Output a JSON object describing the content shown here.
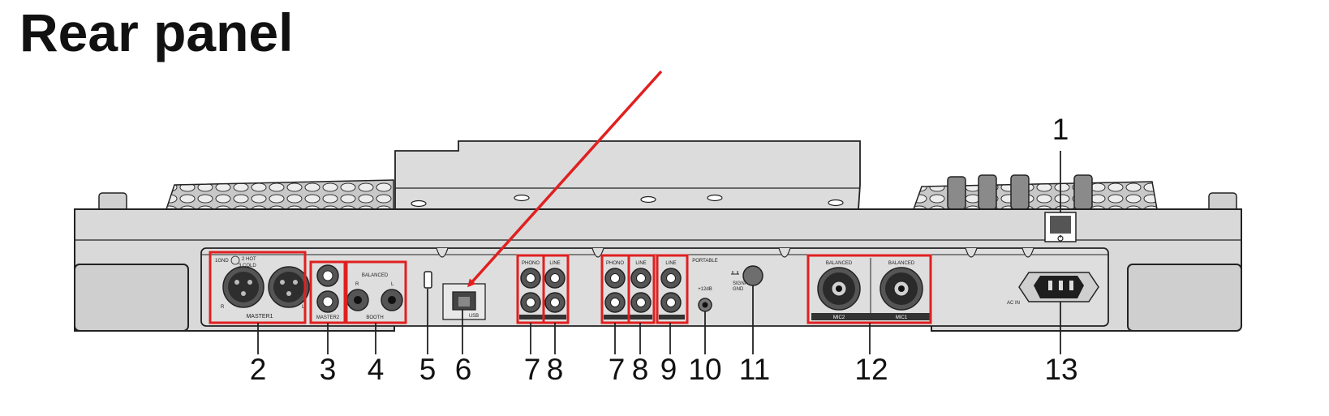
{
  "page": {
    "title": "Rear panel"
  },
  "panel_labels": {
    "xlr_legend_gnd": "1GND",
    "xlr_legend_hot": "2 HOT",
    "xlr_legend_cold": "3 COLD",
    "master1_r": "R",
    "master1_l": "L",
    "master1": "MASTER1",
    "master2": "MASTER2",
    "booth_balanced": "BALANCED",
    "booth_r": "R",
    "booth_l": "L",
    "booth": "BOOTH",
    "usb": "USB",
    "phono_1": "PHONO",
    "line_1": "LINE",
    "phono_2": "PHONO",
    "line_2": "LINE",
    "line_3": "LINE",
    "portable": "PORTABLE",
    "portable_gain": "+12dB",
    "signal_gnd_1": "SIGNAL",
    "signal_gnd_2": "GND",
    "mic2_balanced": "BALANCED",
    "mic1_balanced": "BALANCED",
    "mic2": "MIC2",
    "mic1": "MIC1",
    "ac_in": "AC IN"
  },
  "callouts": {
    "c1": "1",
    "c2": "2",
    "c3": "3",
    "c4": "4",
    "c5": "5",
    "c6": "6",
    "c7a": "7",
    "c8a": "8",
    "c7b": "7",
    "c8b": "8",
    "c9": "9",
    "c10": "10",
    "c11": "11",
    "c12": "12",
    "c13": "13"
  },
  "colors": {
    "highlight": "#e02020",
    "arrow": "#e02020",
    "body": "#d9d9d9",
    "body_dark": "#c4c4c4",
    "outline": "#222222",
    "jack": "#3a3a3a"
  }
}
